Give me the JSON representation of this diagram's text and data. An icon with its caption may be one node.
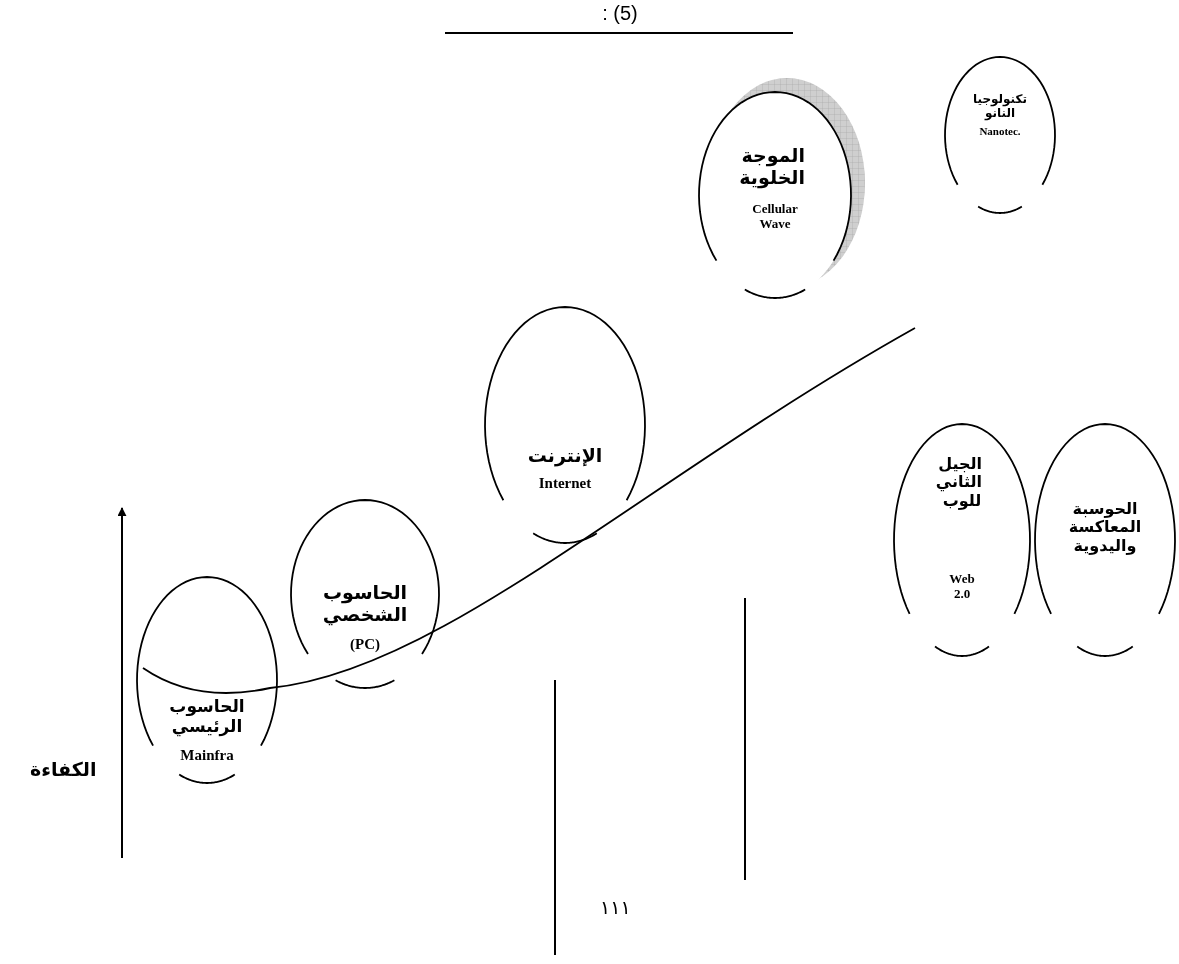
{
  "diagram": {
    "title": ": (5)",
    "nodes": [
      {
        "text": [
          "تكنولوجيا النانو",
          "Nanotec."
        ]
      },
      {
        "text": [
          "الموجة الخلوية",
          "Cellular Wave"
        ]
      },
      {
        "text": [
          "الإنترنت",
          "Internet"
        ]
      },
      {
        "text": [
          "الجيل الثاني للوب",
          "Web 2.0"
        ]
      },
      {
        "text": [
          "الحوسبة المعاكسة واليدوية"
        ]
      },
      {
        "text": [
          "الحاسوب الشخصي",
          "(PC)"
        ]
      },
      {
        "text": [
          "الحاسوب الرئيسي",
          "Mainfra"
        ]
      }
    ],
    "labels": [
      "الكفاءة",
      "١١١"
    ]
  }
}
